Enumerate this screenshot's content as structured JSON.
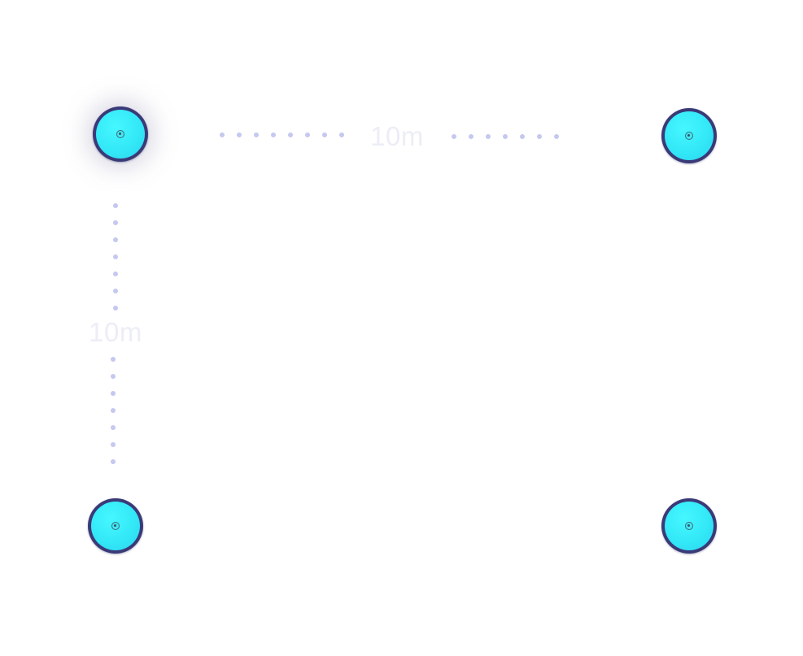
{
  "diagram": {
    "horizontal_span": {
      "label": "10m"
    },
    "vertical_span": {
      "label": "10m"
    },
    "colors": {
      "anchor_face": "#3ef0fb",
      "anchor_rim": "#3b3a78",
      "anchor_center": "#3a6b7a",
      "dotted_line": "#c5c8ef",
      "label": "#eceef6"
    },
    "anchors": [
      {
        "name": "top-left",
        "icon": "anchor-icon",
        "highlighted": true
      },
      {
        "name": "top-right",
        "icon": "anchor-icon",
        "highlighted": false
      },
      {
        "name": "bottom-left",
        "icon": "anchor-icon",
        "highlighted": false
      },
      {
        "name": "bottom-right",
        "icon": "anchor-icon",
        "highlighted": false
      }
    ]
  }
}
